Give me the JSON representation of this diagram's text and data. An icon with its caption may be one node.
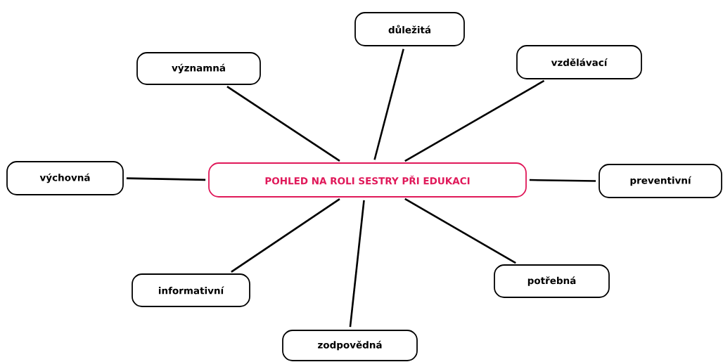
{
  "diagram": {
    "nodes": [
      {
        "text": [
          "POHLED NA ROLI SESTRY PŘI EDUKACI"
        ]
      },
      {
        "text": [
          "důležitá"
        ]
      },
      {
        "text": [
          "významná"
        ]
      },
      {
        "text": [
          "vzdělávací"
        ]
      },
      {
        "text": [
          "výchovná"
        ]
      },
      {
        "text": [
          "preventivní"
        ]
      },
      {
        "text": [
          "informativní"
        ]
      },
      {
        "text": [
          "potřebná"
        ]
      },
      {
        "text": [
          "zodpovědná"
        ]
      }
    ],
    "edges": [
      {
        "from": 0,
        "to": 1,
        "arrow": "none"
      },
      {
        "from": 0,
        "to": 2,
        "arrow": "none"
      },
      {
        "from": 0,
        "to": 3,
        "arrow": "none"
      },
      {
        "from": 0,
        "to": 4,
        "arrow": "none"
      },
      {
        "from": 0,
        "to": 5,
        "arrow": "none"
      },
      {
        "from": 0,
        "to": 6,
        "arrow": "none"
      },
      {
        "from": 0,
        "to": 7,
        "arrow": "none"
      },
      {
        "from": 0,
        "to": 8,
        "arrow": "none"
      }
    ]
  }
}
